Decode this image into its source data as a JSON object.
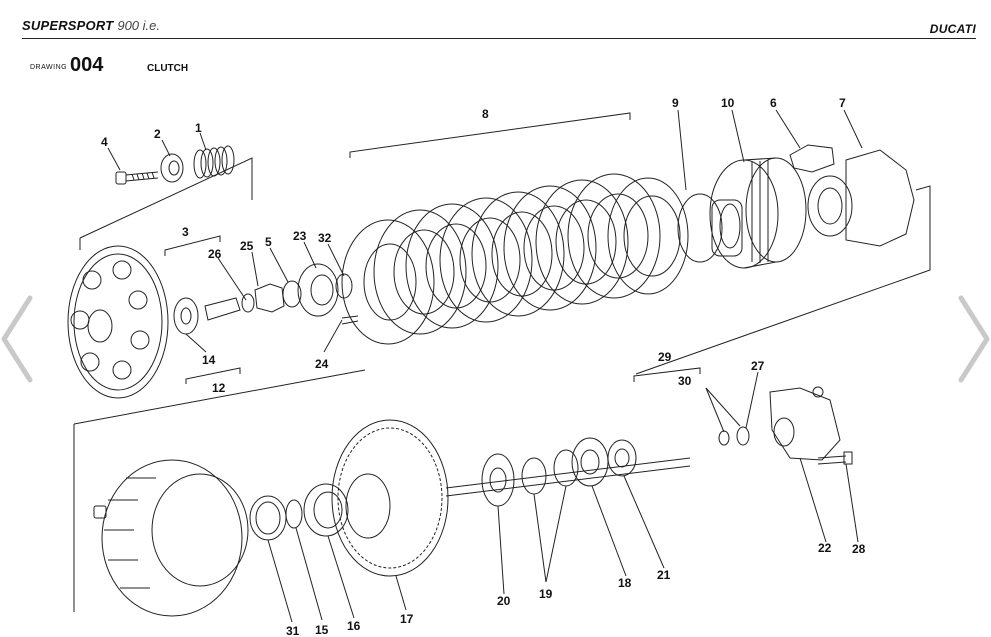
{
  "header": {
    "model": "SUPERSPORT",
    "variant": "900 i.e.",
    "maker": "DUCATI"
  },
  "drawing": {
    "label": "DRAWING",
    "number": "004",
    "title": "CLUTCH"
  },
  "callouts": [
    "4",
    "2",
    "1",
    "3",
    "26",
    "25",
    "5",
    "23",
    "32",
    "14",
    "12",
    "24",
    "8",
    "9",
    "10",
    "6",
    "7",
    "29",
    "27",
    "30",
    "31",
    "15",
    "16",
    "17",
    "20",
    "19",
    "18",
    "21",
    "22",
    "28"
  ],
  "nav": {
    "prev_icon": "chevron-left-icon",
    "next_icon": "chevron-right-icon"
  }
}
